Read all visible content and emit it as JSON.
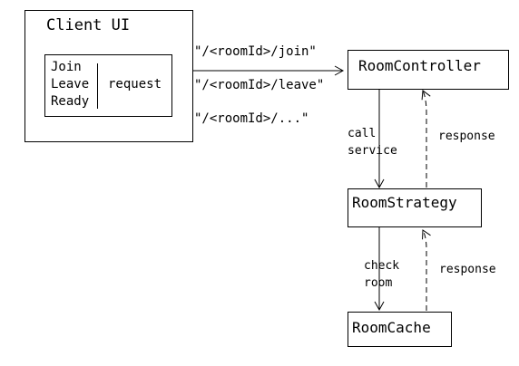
{
  "client": {
    "title": "Client UI",
    "actions": [
      "Join",
      "Leave",
      "Ready"
    ],
    "request_label": "request"
  },
  "routes": [
    "\"/<roomId>/join\"",
    "\"/<roomId>/leave\"",
    "\"/<roomId>/...\""
  ],
  "nodes": {
    "controller": "RoomController",
    "strategy": "RoomStrategy",
    "cache": "RoomCache"
  },
  "edges": {
    "call_service": [
      "call",
      "service"
    ],
    "response_1": "response",
    "check_room": [
      "check",
      "room"
    ],
    "response_2": "response"
  }
}
